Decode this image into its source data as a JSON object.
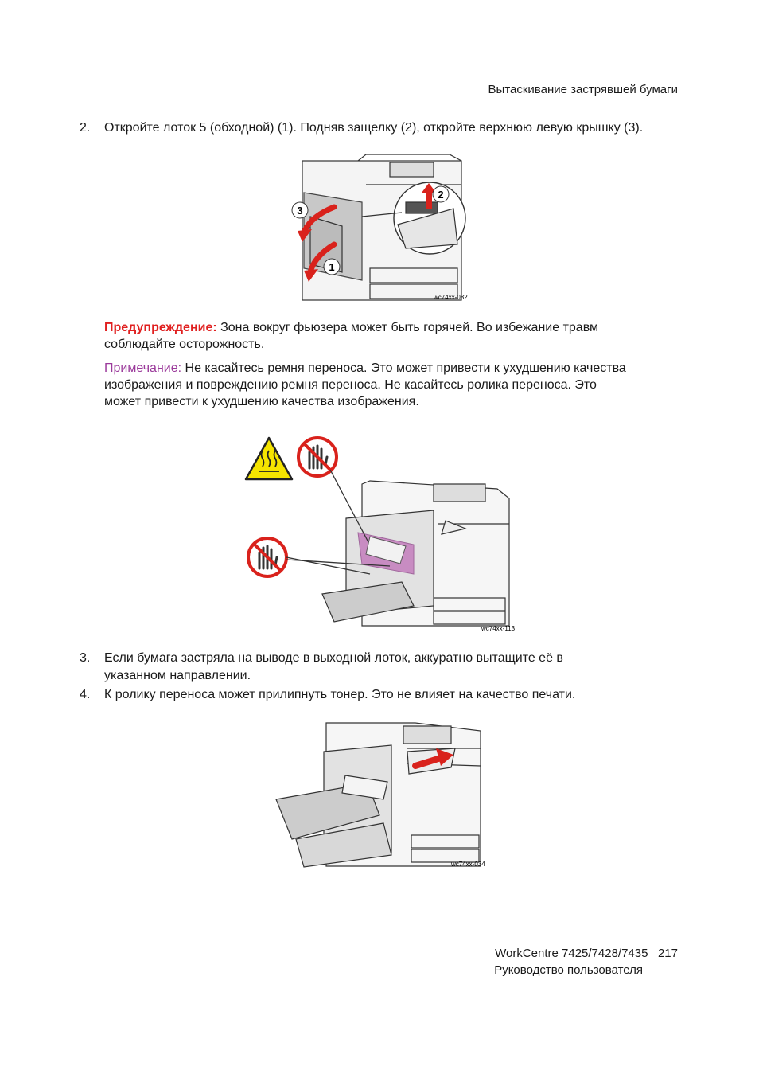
{
  "header": {
    "section_title": "Вытаскивание застрявшей бумаги"
  },
  "steps": [
    {
      "number": "2.",
      "text": "Откройте лоток 5 (обходной) (1). Подняв защелку (2), откройте верхнюю левую крышку (3)."
    },
    {
      "number": "3.",
      "line1": "Если бумага застряла на выводе в выходной лоток, аккуратно вытащите её в",
      "line2": "указанном направлении."
    },
    {
      "number": "4.",
      "text": "К ролику переноса может прилипнуть тонер. Это не влияет на качество печати."
    }
  ],
  "warning": {
    "label": "Предупреждение:",
    "line1": " Зона вокруг фьюзера может быть горячей. Во избежание травм",
    "line2": "соблюдайте осторожность."
  },
  "note": {
    "label": "Примечание:",
    "line1": " Не касайтесь ремня переноса. Это может привести к ухудшению качества",
    "line2": "изображения и повреждению ремня переноса. Не касайтесь ролика переноса. Это",
    "line3": "может привести к ухудшению качества изображения."
  },
  "figures": {
    "fig1": {
      "caption": "wc74xx-032",
      "callout_1": "1",
      "callout_2": "2",
      "callout_3": "3"
    },
    "fig2": {
      "caption": "wc74xx-113"
    },
    "fig3": {
      "caption": "wc74xx-034"
    }
  },
  "footer": {
    "product": "WorkCentre 7425/7428/7435",
    "page_number": "217",
    "guide": "Руководство пользователя"
  },
  "colors": {
    "warning": "#e02020",
    "note": "#9b3a9b",
    "arrow": "#d9221c",
    "fuser": "#c070b8",
    "hazard": "#f5e400"
  }
}
